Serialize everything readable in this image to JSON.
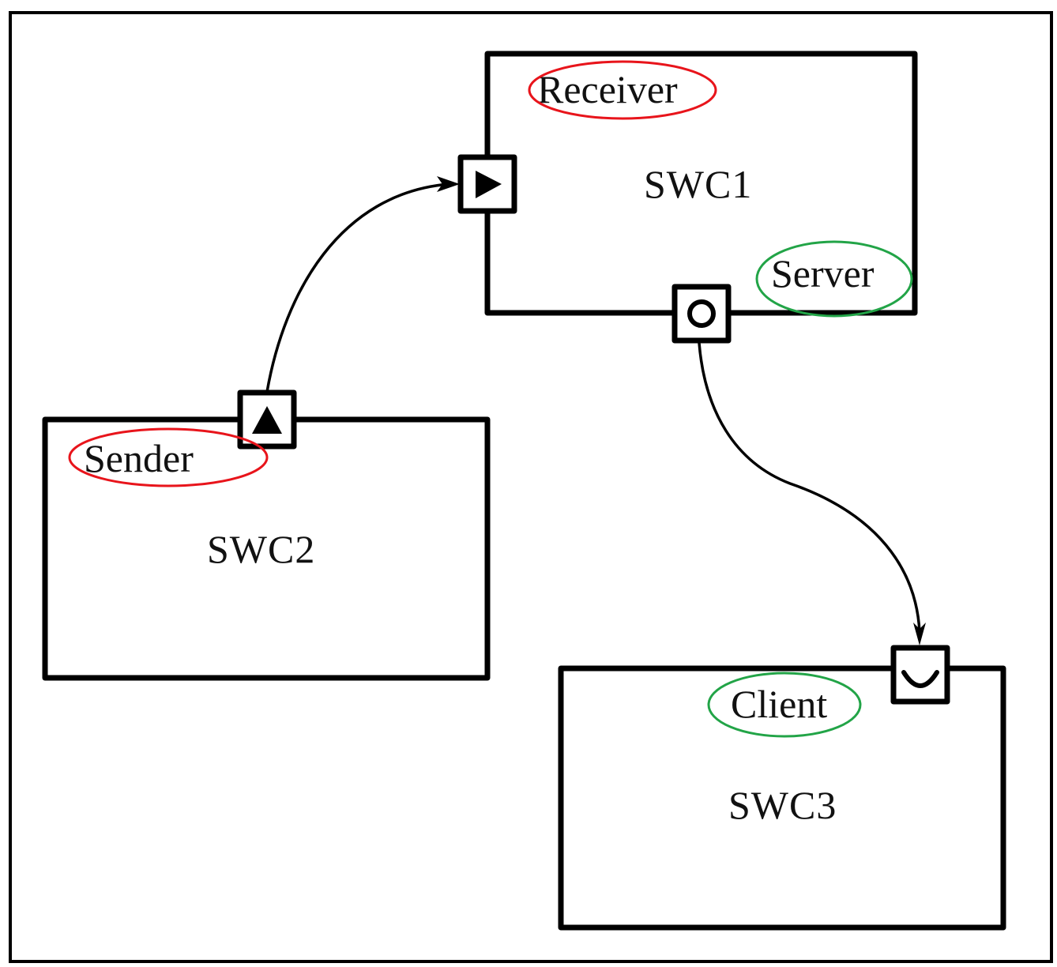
{
  "diagram": {
    "components": [
      {
        "id": "swc1",
        "name": "SWC1"
      },
      {
        "id": "swc2",
        "name": "SWC2"
      },
      {
        "id": "swc3",
        "name": "SWC3"
      }
    ],
    "ports": [
      {
        "id": "receiver",
        "label": "Receiver",
        "component": "SWC1",
        "glyph": "triangle-right-icon",
        "highlight_color": "#e8141b"
      },
      {
        "id": "server",
        "label": "Server",
        "component": "SWC1",
        "glyph": "circle-ring-icon",
        "highlight_color": "#22a447"
      },
      {
        "id": "sender",
        "label": "Sender",
        "component": "SWC2",
        "glyph": "triangle-up-icon",
        "highlight_color": "#e8141b"
      },
      {
        "id": "client",
        "label": "Client",
        "component": "SWC3",
        "glyph": "cup-icon",
        "highlight_color": "#22a447"
      }
    ],
    "connections": [
      {
        "from": "Sender",
        "to": "Receiver",
        "type": "sender-receiver"
      },
      {
        "from": "Server",
        "to": "Client",
        "type": "client-server"
      }
    ]
  }
}
